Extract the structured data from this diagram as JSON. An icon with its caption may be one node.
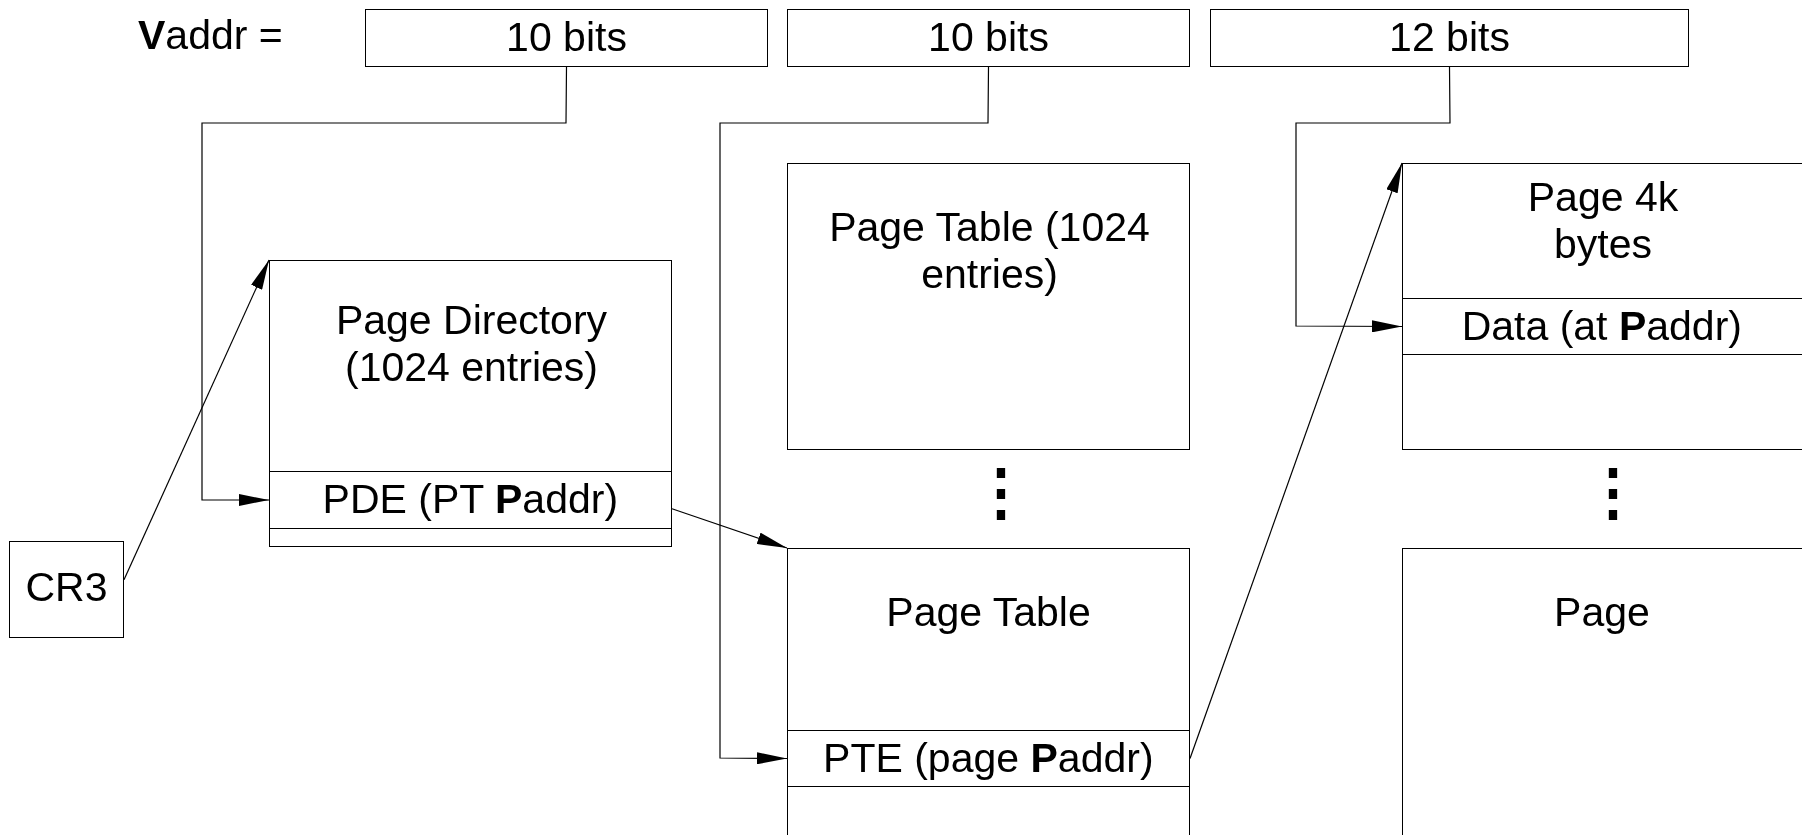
{
  "diagram": {
    "nodes": [
      {
        "text": [
          "10 bits"
        ]
      },
      {
        "text": [
          "10 bits"
        ]
      },
      {
        "text": [
          "12 bits"
        ]
      },
      {
        "text": [
          "CR3"
        ]
      },
      {
        "text": [
          "Page Directory (1024 entries)"
        ]
      },
      {
        "text": [
          "PDE (PT **P**addr)"
        ],
        "in": 4
      },
      {
        "text": [
          "Page Table (1024 entries)"
        ]
      },
      {
        "text": [
          "Page Table"
        ]
      },
      {
        "text": [
          "PTE (page **P**addr)"
        ],
        "in": 7
      },
      {
        "text": [
          "Page 4k bytes"
        ]
      },
      {
        "text": [
          "Data (at **P**addr)"
        ],
        "in": 9
      },
      {
        "text": [
          "Page"
        ]
      }
    ],
    "edges": [
      {
        "from": 0,
        "to": 5,
        "arrow": "to"
      },
      {
        "from": 1,
        "to": 8,
        "arrow": "to"
      },
      {
        "from": 2,
        "to": 10,
        "arrow": "to"
      },
      {
        "from": 3,
        "to": 4,
        "arrow": "to"
      },
      {
        "from": 5,
        "to": 7,
        "arrow": "to"
      },
      {
        "from": 8,
        "to": 9,
        "arrow": "to"
      }
    ],
    "labels": [
      "**V**addr =",
      "⋮",
      "⋮"
    ]
  }
}
